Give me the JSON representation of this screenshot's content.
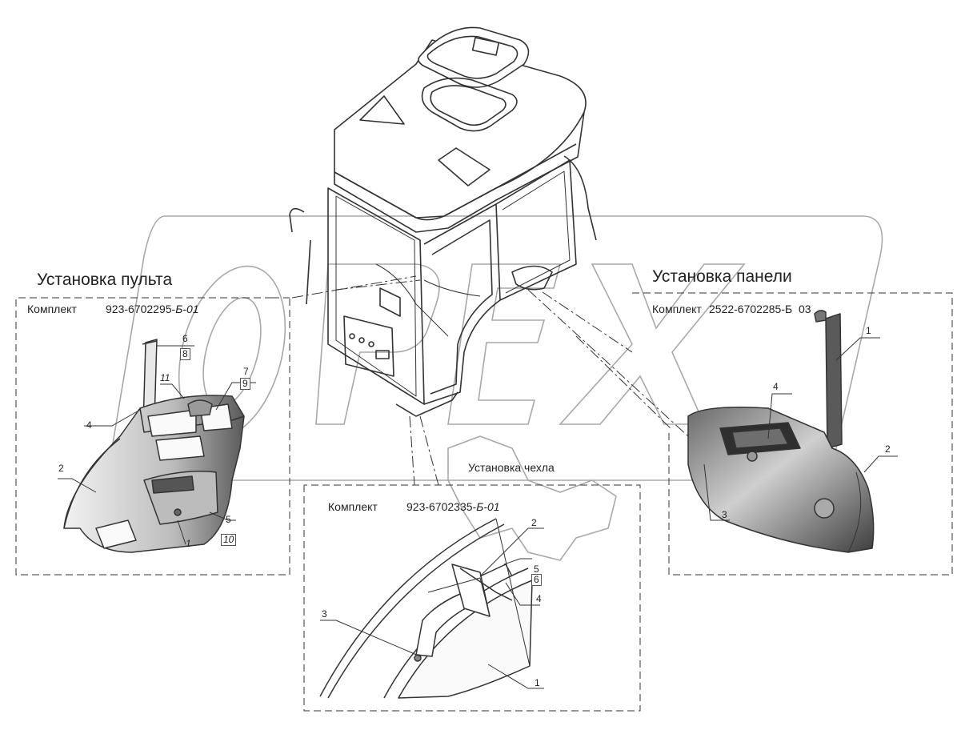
{
  "sections": {
    "console": {
      "title": "Установка пульта",
      "kit_label": "Комплект",
      "kit_code": "923-6702295-",
      "kit_suffix": "Б-01",
      "callouts": [
        "6",
        "8",
        "7",
        "9",
        "11",
        "4",
        "2",
        "5",
        "1",
        "10"
      ]
    },
    "panel": {
      "title": "Установка панели",
      "kit_label": "Комплект",
      "kit_code": "2522-6702285-Б",
      "kit_suffix": "03",
      "callouts": [
        "1",
        "4",
        "2",
        "3"
      ]
    },
    "cover": {
      "title": "Установка чехла",
      "kit_label": "Комплект",
      "kit_code": "923-6702335-",
      "kit_suffix": "Б-01",
      "callouts": [
        "2",
        "5",
        "6",
        "4",
        "3",
        "1"
      ]
    }
  },
  "colors": {
    "line": "#333333",
    "watermark": "#9a9a9a",
    "shade_dark": "#4a4a4a",
    "shade_light": "#d8d8d8"
  }
}
